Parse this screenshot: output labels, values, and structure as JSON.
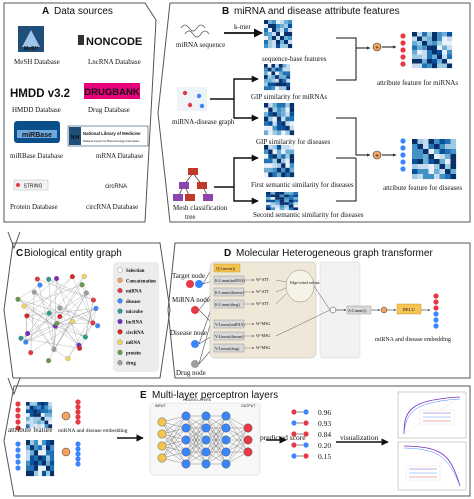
{
  "panels": {
    "a": {
      "letter": "A",
      "title": "Data sources"
    },
    "b": {
      "letter": "B",
      "title": "miRNA and disease attribute features"
    },
    "c": {
      "letter": "C",
      "title": "Biological entity graph"
    },
    "d": {
      "letter": "D",
      "title": "Molecular Heterogeneous graph transformer"
    },
    "e": {
      "letter": "E",
      "title": "Multi-layer perceptron layers"
    }
  },
  "sources": {
    "mesh_logo": "MeSH",
    "mesh": "MeSH Database",
    "noncode_logo": "NONCODE",
    "noncode": "LncRNA Database",
    "hmdd_logo": "HMDD v3.2",
    "hmdd": "HMDD Database",
    "drugbank_logo": "DRUGBANK",
    "drugbank": "Drug Database",
    "mirbase_logo": "miRBase",
    "mirbase": "miRBase Database",
    "nlm_logo": "National Library of Medicine",
    "nlm_sub": "National Center for Biotechnology Information",
    "mrna": "mRNA Database",
    "string_logo": "STRING",
    "protein": "Protein Database",
    "circrna_logo": "circRNA",
    "circrna": "circRNA Database"
  },
  "features": {
    "mirna_sequence": "miRNA sequence",
    "kmer": "k-mer",
    "seq_features": "sequence-base features",
    "graph": "miRNA-disease graph",
    "gip_mirna": "GIP similarity for miRNAs",
    "gip_disease": "GIP similarity for diseases",
    "attr_mirna": "attribute feature for miRNAs",
    "mesh_tree_1": "Mesh classification",
    "mesh_tree_2": "tree",
    "sem1": "First semantic similarity for diseases",
    "sem2": "Second semantic similarity for diseases",
    "attr_disease": "attribute feature for diseases"
  },
  "legend": {
    "items": [
      {
        "label": "Selection",
        "color": "#ffffff"
      },
      {
        "label": "Concatenation",
        "color": "#f4a261"
      },
      {
        "label": "miRNA",
        "color": "#e63946"
      },
      {
        "label": "disease",
        "color": "#3a86ff"
      },
      {
        "label": "microbe",
        "color": "#2a9d8f"
      },
      {
        "label": "lncRNA",
        "color": "#7b2cbf"
      },
      {
        "label": "circRNA",
        "color": "#d62828"
      },
      {
        "label": "mRNA",
        "color": "#f4d35e"
      },
      {
        "label": "protein",
        "color": "#6a994e"
      },
      {
        "label": "drug",
        "color": "#9e9e9e"
      }
    ]
  },
  "hgt": {
    "target_node": "Target node",
    "mirna_node": "MiRNA node",
    "disease_node": "Disease node",
    "drug_node": "Drug node",
    "q_linear": "Q-Linear(t)",
    "k_mirna": "K-Linear(miRNA)",
    "k_disease": "K-Linear(disease)",
    "k_drug": "K-Linear(drug)",
    "w_att": "W^ATT",
    "v_mirna": "V-Linear(miRNA)",
    "v_disease": "V-Linear(disease)",
    "v_drug": "V-Linear(drug)",
    "w_msg": "W^MSG",
    "edge_softmax": "Edge-wised softmax",
    "a_linear": "A-Linear(t)",
    "relu": "RELU",
    "embedding": "miRNA and disease embedding"
  },
  "mlp": {
    "attribute_feature": "attribute feature",
    "embedding": "miRNA and disease embedding",
    "hidden": "HIDDEN LAYERS",
    "input": "INPUT",
    "output": "OUTPUT",
    "predicted_score": "predicted score",
    "scores": [
      "0.96",
      "0.93",
      "0.84",
      "0.20",
      "0.15"
    ],
    "visualization": "visualization"
  }
}
